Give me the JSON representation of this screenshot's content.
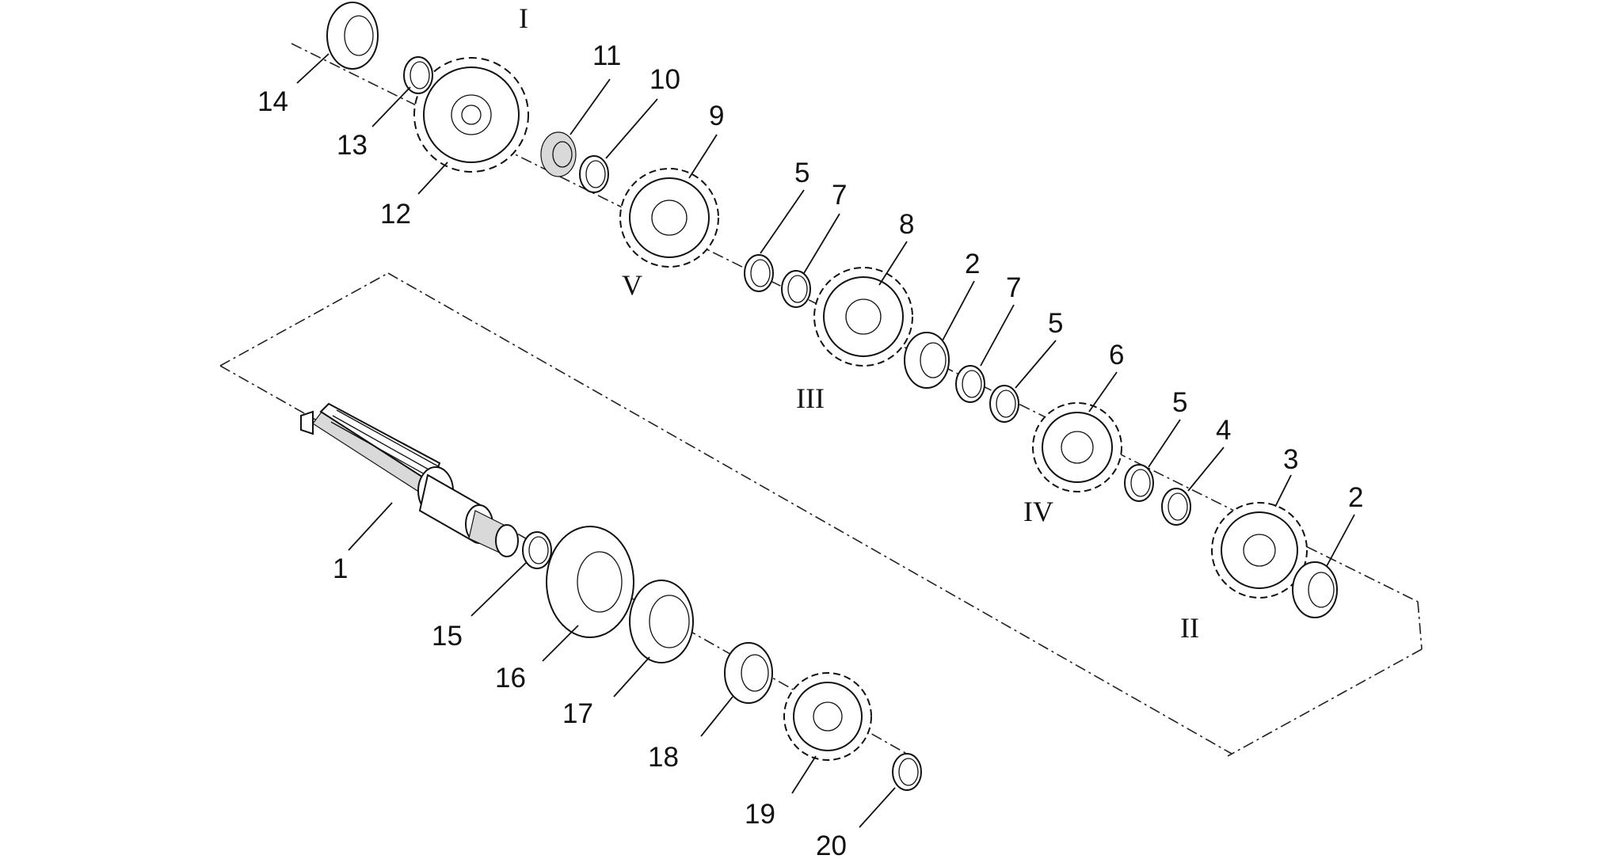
{
  "diagram": {
    "callouts": [
      "1",
      "2",
      "2",
      "3",
      "4",
      "5",
      "5",
      "5",
      "6",
      "7",
      "7",
      "8",
      "9",
      "10",
      "11",
      "12",
      "13",
      "14",
      "15",
      "16",
      "17",
      "18",
      "19",
      "20"
    ],
    "gear_labels": [
      "I",
      "II",
      "III",
      "IV",
      "V"
    ]
  }
}
